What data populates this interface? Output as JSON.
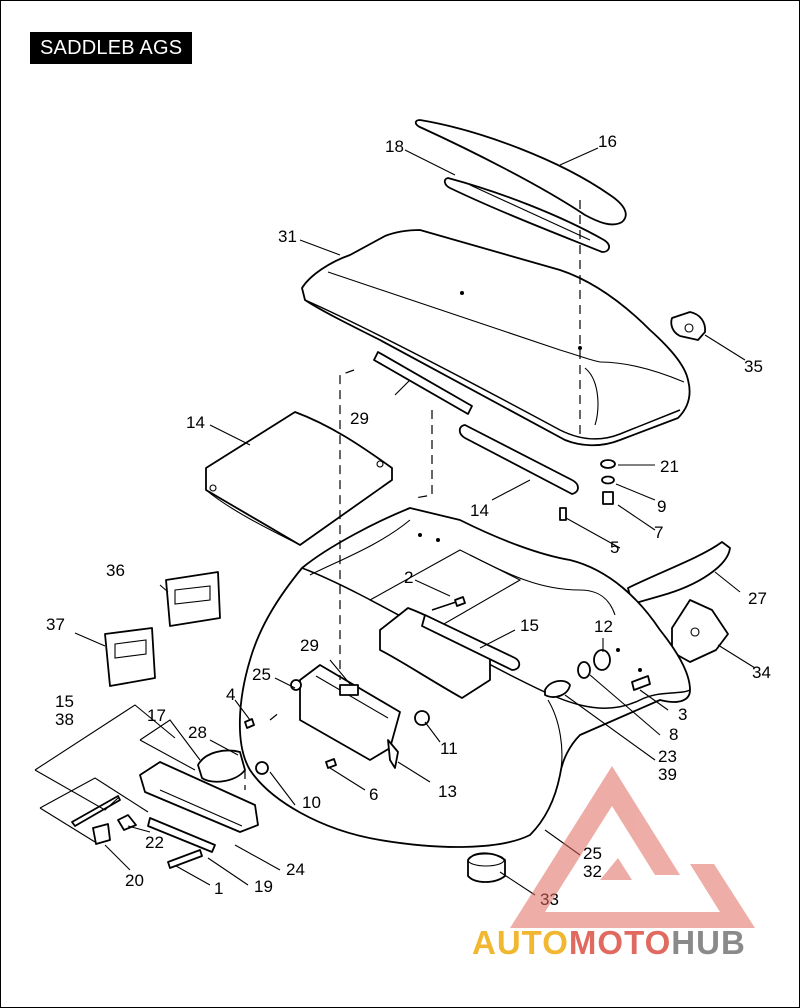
{
  "title": "SADDLEB AGS",
  "callouts": {
    "c1": "1",
    "c2": "2",
    "c3": "3",
    "c4": "4",
    "c5": "5",
    "c6": "6",
    "c7": "7",
    "c8": "8",
    "c9": "9",
    "c10": "10",
    "c11": "11",
    "c12": "12",
    "c13": "13",
    "c14a": "14",
    "c14b": "14",
    "c15a": "15",
    "c15b": "15",
    "c16": "16",
    "c17": "17",
    "c18": "18",
    "c19": "19",
    "c20": "20",
    "c21": "21",
    "c22": "22",
    "c23": "23",
    "c24": "24",
    "c25a": "25",
    "c25b": "25",
    "c27": "27",
    "c28": "28",
    "c29a": "29",
    "c29b": "29",
    "c31": "31",
    "c32": "32",
    "c33": "33",
    "c34": "34",
    "c35": "35",
    "c36": "36",
    "c37": "37",
    "c38": "38",
    "c39": "39"
  },
  "watermark": {
    "part1": "AUTO",
    "part2": "MOTO",
    "part3": "HUB",
    "colors": {
      "part1": "#f2b731",
      "part2": "#e06a5f",
      "part3": "#8a8a8a"
    }
  }
}
